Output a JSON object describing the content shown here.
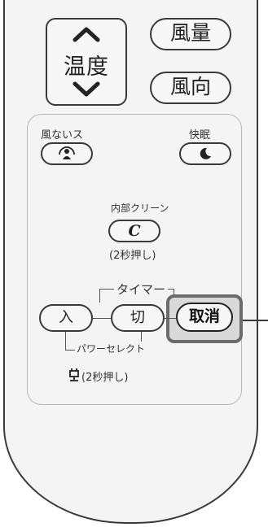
{
  "temperature": {
    "label": "温度",
    "up_icon": "chevron-up-icon",
    "down_icon": "chevron-down-icon"
  },
  "fan_speed": {
    "label": "風量"
  },
  "air_direction": {
    "label": "風向"
  },
  "windless": {
    "label": "風ないス",
    "icon": "person-shield-icon"
  },
  "sleep": {
    "label": "快眠",
    "icon": "crescent-moon-icon"
  },
  "internal_clean": {
    "label": "内部クリーン",
    "icon_text": "C",
    "hint": "(2秒押し)"
  },
  "timer": {
    "group_label": "タイマー",
    "on_label": "入",
    "off_label": "切",
    "cancel_label": "取消"
  },
  "power_select": {
    "label": "パワーセレクト",
    "icon": "plug-icon",
    "hint": "(2秒押し)"
  },
  "colors": {
    "outline": "#3a3a3a",
    "body": "#f4f4f4",
    "highlight_border": "#6b6b6b",
    "highlight_fill": "#d9d9d9"
  }
}
